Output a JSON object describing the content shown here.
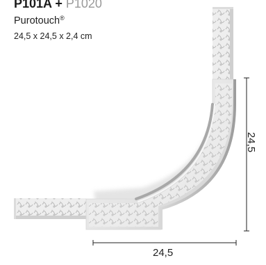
{
  "product": {
    "code_primary": "P101A",
    "plus": " + ",
    "code_secondary": "P1020",
    "brand": "Purotouch",
    "brand_mark": "®",
    "dimensions": "24,5 x 24,5 x 2,4 cm"
  },
  "measurements": {
    "width_label": "24,5",
    "height_label": "24,5"
  },
  "colors": {
    "primary_text": "#1a1a1a",
    "secondary_code": "#9a9a9a",
    "molding_light": "#f2f2f2",
    "molding_shadow": "#b5b5b5"
  }
}
